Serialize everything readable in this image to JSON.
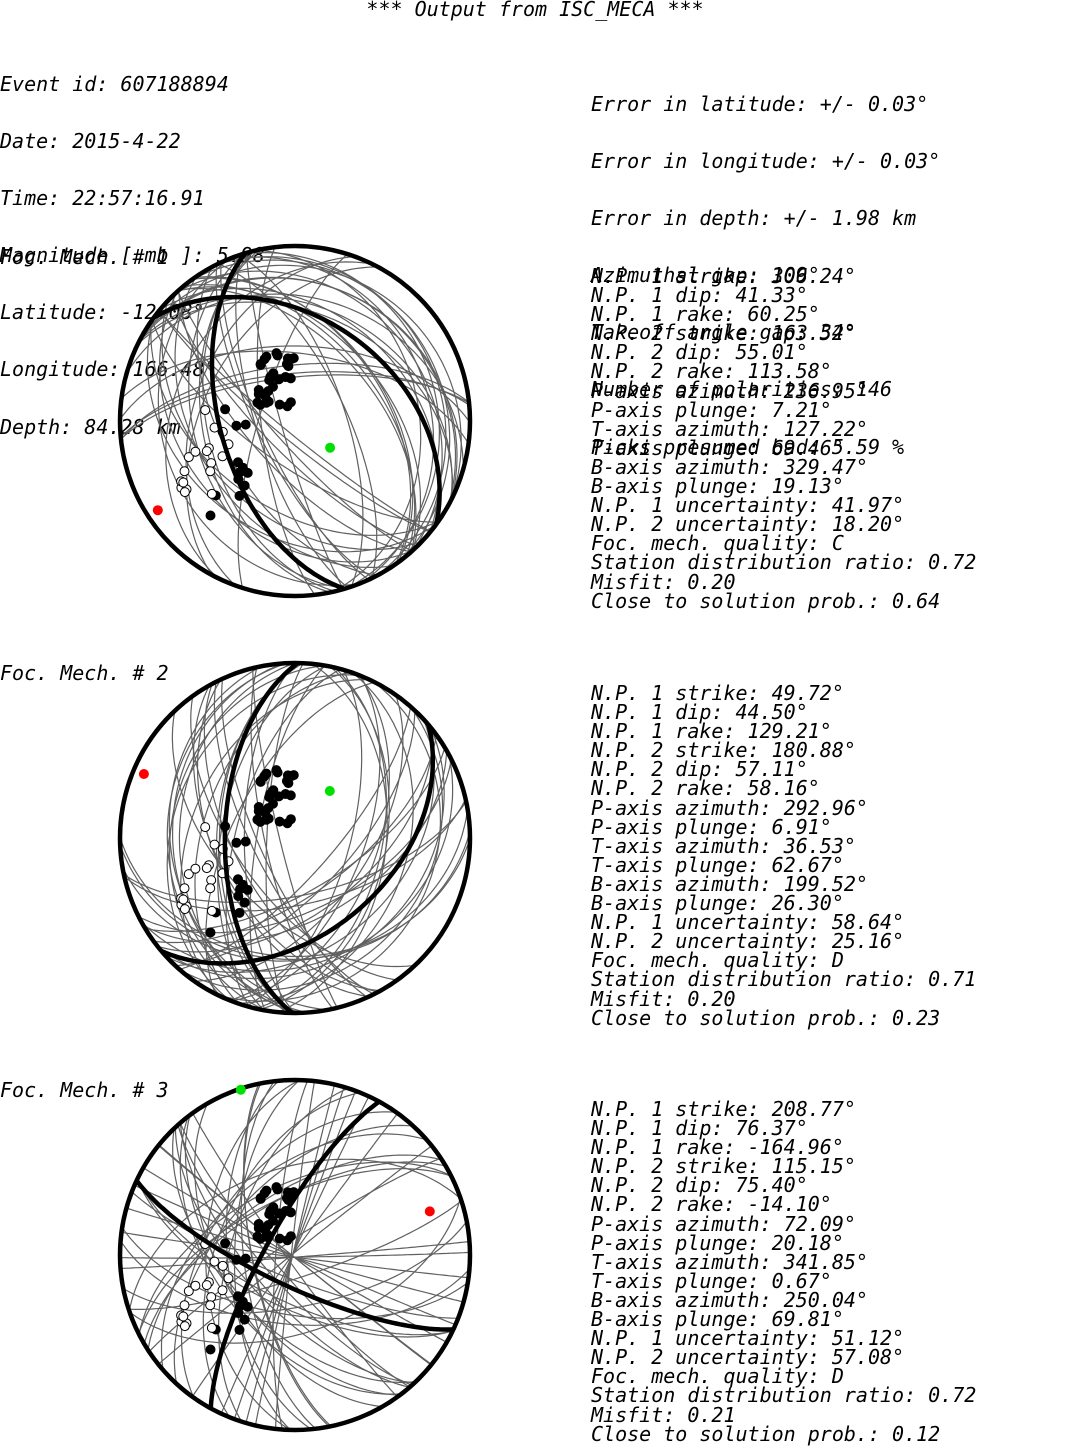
{
  "title": "*** Output from ISC_MECA ***",
  "event": {
    "lines": [
      "Event id: 607188894",
      "Date: 2015-4-22",
      "Time: 22:57:16.91",
      "Magnitude [ mb ]: 5.98",
      "Latitude: -12.08°",
      "Longitude: 166.48°",
      "Depth: 84.28 km"
    ]
  },
  "errors": {
    "lines": [
      "Error in latitude: +/- 0.03°",
      "Error in longitude: +/- 0.03°",
      "Error in depth: +/- 1.98 km",
      "Azimuthal gap: 109°",
      "Takeoff angle gap: 34°",
      "Number of polarities: 146",
      "Picks presumed bad: 5.59 %"
    ]
  },
  "mechanisms": [
    {
      "label": "Foc. Mech. # 1",
      "np1": {
        "strike": 306.24,
        "dip": 41.33
      },
      "np2": {
        "strike": 163.52,
        "dip": 55.01
      },
      "p_axis": {
        "azimuth": 236.95,
        "plunge": 7.21,
        "color": "#ff0000"
      },
      "t_axis": {
        "azimuth": 127.22,
        "plunge": 69.46,
        "color": "#00e000"
      },
      "lines": [
        "N.P. 1 strike: 306.24°",
        "N.P. 1 dip: 41.33°",
        "N.P. 1 rake: 60.25°",
        "N.P. 2 strike: 163.52°",
        "N.P. 2 dip: 55.01°",
        "N.P. 2 rake: 113.58°",
        "P-axis azimuth: 236.95°",
        "P-axis plunge: 7.21°",
        "T-axis azimuth: 127.22°",
        "T-axis plunge: 69.46°",
        "B-axis azimuth: 329.47°",
        "B-axis plunge: 19.13°",
        "N.P. 1 uncertainty: 41.97°",
        "N.P. 2 uncertainty: 18.20°",
        "Foc. mech. quality: C",
        "Station distribution ratio: 0.72",
        "Misfit: 0.20",
        "Close to solution prob.: 0.64"
      ]
    },
    {
      "label": "Foc. Mech. # 2",
      "np1": {
        "strike": 49.72,
        "dip": 44.5
      },
      "np2": {
        "strike": 180.88,
        "dip": 57.11
      },
      "p_axis": {
        "azimuth": 292.96,
        "plunge": 6.91,
        "color": "#ff0000"
      },
      "t_axis": {
        "azimuth": 36.53,
        "plunge": 62.67,
        "color": "#00e000"
      },
      "lines": [
        "N.P. 1 strike: 49.72°",
        "N.P. 1 dip: 44.50°",
        "N.P. 1 rake: 129.21°",
        "N.P. 2 strike: 180.88°",
        "N.P. 2 dip: 57.11°",
        "N.P. 2 rake: 58.16°",
        "P-axis azimuth: 292.96°",
        "P-axis plunge: 6.91°",
        "T-axis azimuth: 36.53°",
        "T-axis plunge: 62.67°",
        "B-axis azimuth: 199.52°",
        "B-axis plunge: 26.30°",
        "N.P. 1 uncertainty: 58.64°",
        "N.P. 2 uncertainty: 25.16°",
        "Foc. mech. quality: D",
        "Station distribution ratio: 0.71",
        "Misfit: 0.20",
        "Close to solution prob.: 0.23"
      ]
    },
    {
      "label": "Foc. Mech. # 3",
      "np1": {
        "strike": 208.77,
        "dip": 76.37
      },
      "np2": {
        "strike": 115.15,
        "dip": 75.4
      },
      "p_axis": {
        "azimuth": 72.09,
        "plunge": 20.18,
        "color": "#ff0000"
      },
      "t_axis": {
        "azimuth": 341.85,
        "plunge": 0.67,
        "color": "#00e000"
      },
      "lines": [
        "N.P. 1 strike: 208.77°",
        "N.P. 1 dip: 76.37°",
        "N.P. 1 rake: -164.96°",
        "N.P. 2 strike: 115.15°",
        "N.P. 2 dip: 75.40°",
        "N.P. 2 rake: -14.10°",
        "P-axis azimuth: 72.09°",
        "P-axis plunge: 20.18°",
        "T-axis azimuth: 341.85°",
        "T-axis plunge: 0.67°",
        "B-axis azimuth: 250.04°",
        "B-axis plunge: 69.81°",
        "N.P. 1 uncertainty: 51.12°",
        "N.P. 2 uncertainty: 57.08°",
        "Foc. mech. quality: D",
        "Station distribution ratio: 0.72",
        "Misfit: 0.21",
        "Close to solution prob.: 0.12"
      ]
    }
  ],
  "colors": {
    "nodal_plane": "#000000",
    "alt_planes": "#606060",
    "compression": "#000000",
    "dilatation": "#ffffff"
  }
}
